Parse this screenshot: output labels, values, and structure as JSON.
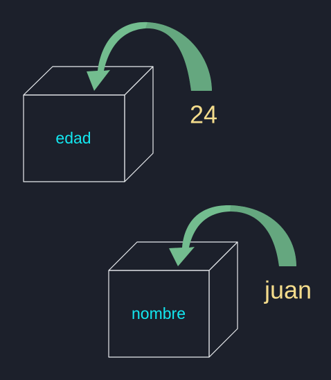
{
  "colors": {
    "background": "#1c202b",
    "box_outline": "#e9ecef",
    "box_label": "#13e6ef",
    "value_text": "#f4dc8c",
    "arrow": "#73bd8f"
  },
  "variables": [
    {
      "name": "edad",
      "value": "24"
    },
    {
      "name": "nombre",
      "value": "juan"
    }
  ],
  "icons": [
    "curved-arrow-icon",
    "box-icon"
  ]
}
